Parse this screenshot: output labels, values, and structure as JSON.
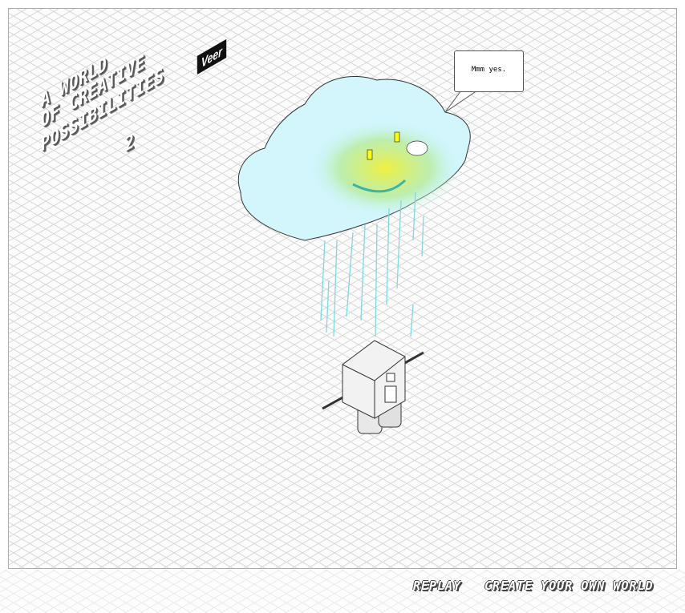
{
  "logo": {
    "lines": [
      "A WORLD",
      "OF CREATIVE",
      "POSSIBILITIES",
      "2"
    ],
    "brand": "Veer"
  },
  "speech_bubble": {
    "text": "Mmm yes."
  },
  "footer": {
    "replay_label": "REPLAY",
    "create_label": "CREATE YOUR OWN WORLD"
  },
  "colors": {
    "cloud": "#c8f4fc",
    "cloud_glow": "#e8f060",
    "rain": "#7fd8e0"
  }
}
